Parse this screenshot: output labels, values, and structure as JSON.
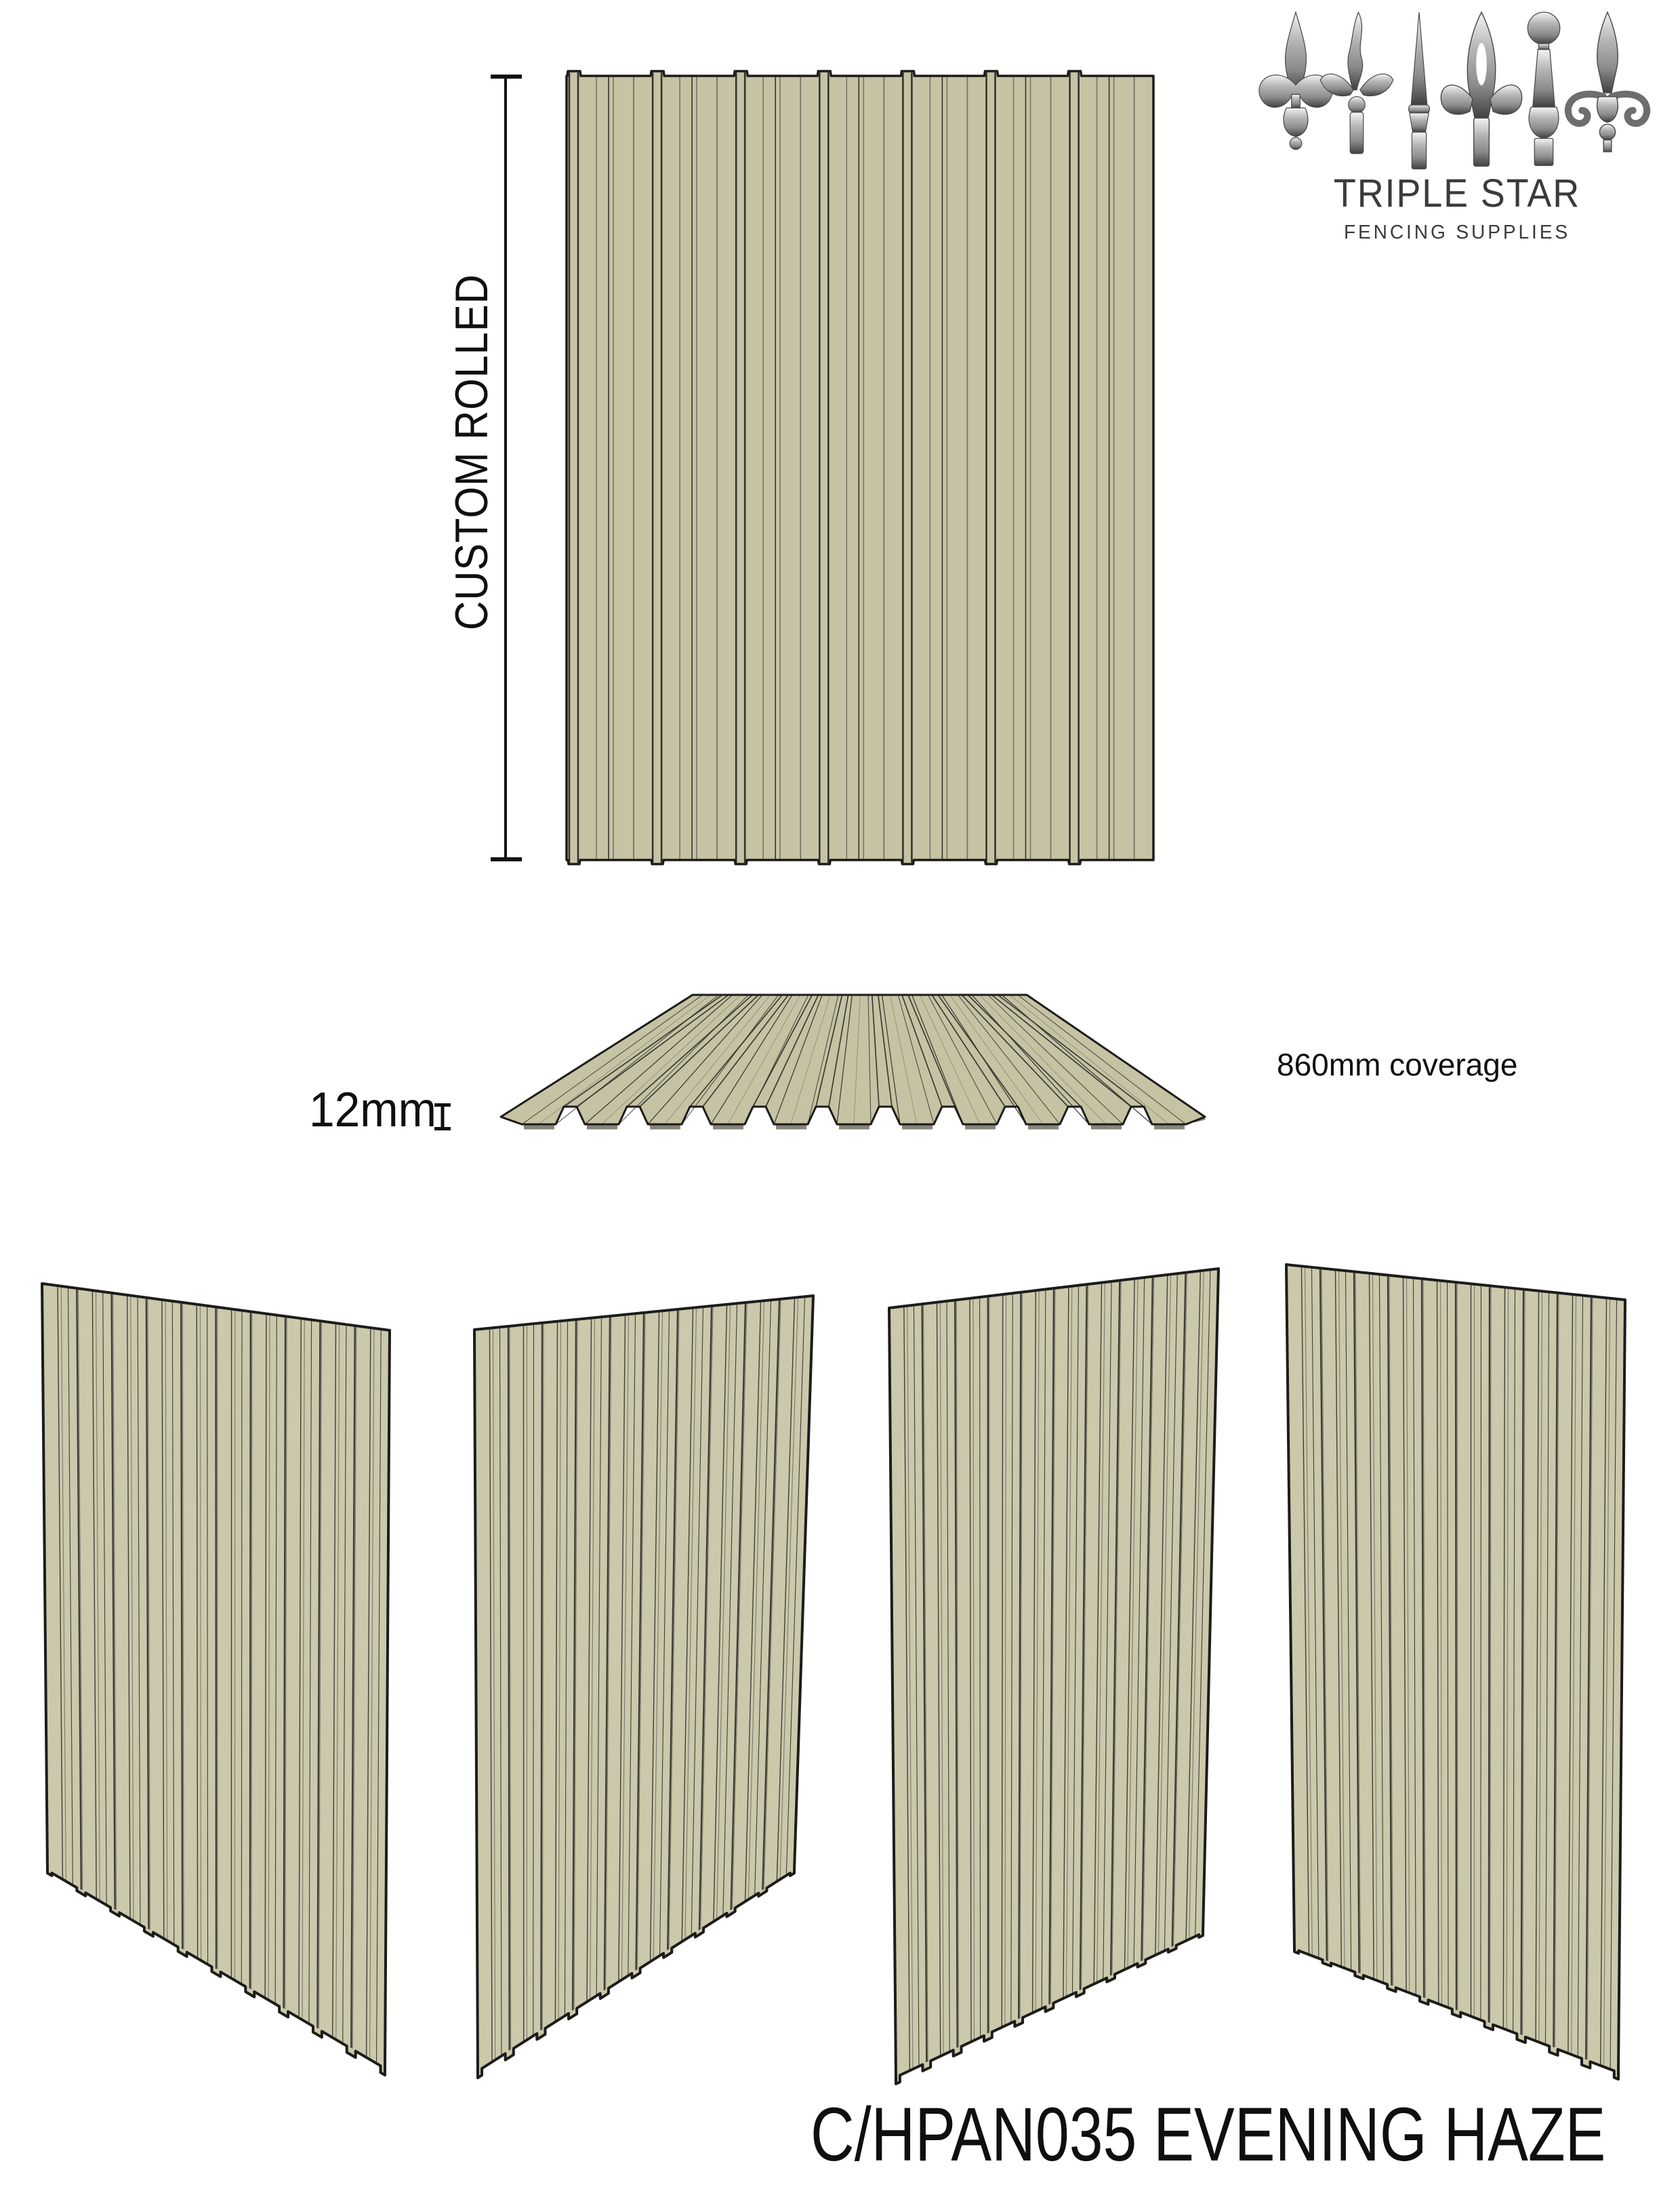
{
  "logo": {
    "title": "TRIPLE STAR",
    "subtitle": "FENCING SUPPLIES",
    "finial_icons": [
      "spear-fleur-finial-icon",
      "flame-leaf-finial-icon",
      "pike-finial-icon",
      "fleur-de-lis-finial-icon",
      "ball-top-finial-icon",
      "scroll-spear-finial-icon"
    ]
  },
  "front_view": {
    "label": "CUSTOM ROLLED"
  },
  "profile_view": {
    "height_label": "12mm",
    "coverage_label": "860mm coverage"
  },
  "footer": {
    "product_title": "C/HPAN035 EVENING HAZE"
  },
  "colors": {
    "background": "#ffffff",
    "panel_fill": "#c6c3a4",
    "panel3d_fill": "#cbc8ab",
    "outline": "#1c1c1a",
    "rib_dark": "#33332f",
    "rib_medium": "#75746b",
    "shadow": "#86857a",
    "text": "#0f0f0f",
    "logo_text": "#3b3b3b",
    "logo_metal_light": "#f4f4f4",
    "logo_metal_mid": "#b5b5b5",
    "logo_metal_dark": "#404040"
  }
}
